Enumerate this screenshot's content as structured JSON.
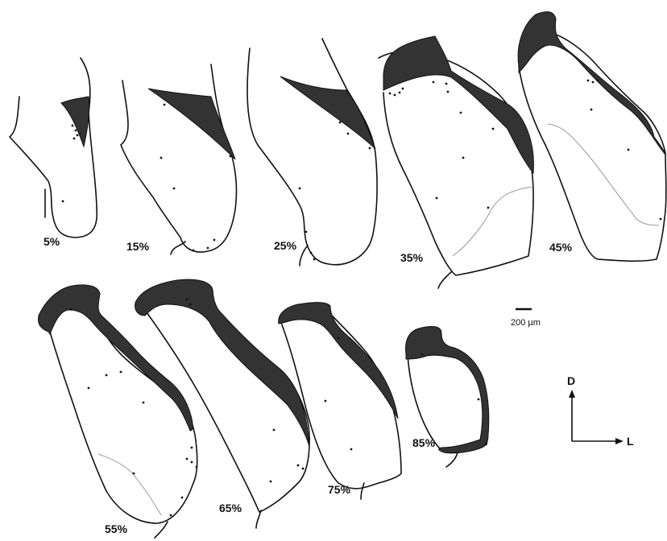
{
  "sections": [
    {
      "label": "5%"
    },
    {
      "label": "15%"
    },
    {
      "label": "25%"
    },
    {
      "label": "35%"
    },
    {
      "label": "45%"
    },
    {
      "label": "55%"
    },
    {
      "label": "65%"
    },
    {
      "label": "75%"
    },
    {
      "label": "85%"
    }
  ],
  "scale_bar": {
    "label": "200 µm"
  },
  "orientation": {
    "dorsal": "D",
    "lateral": "L"
  }
}
